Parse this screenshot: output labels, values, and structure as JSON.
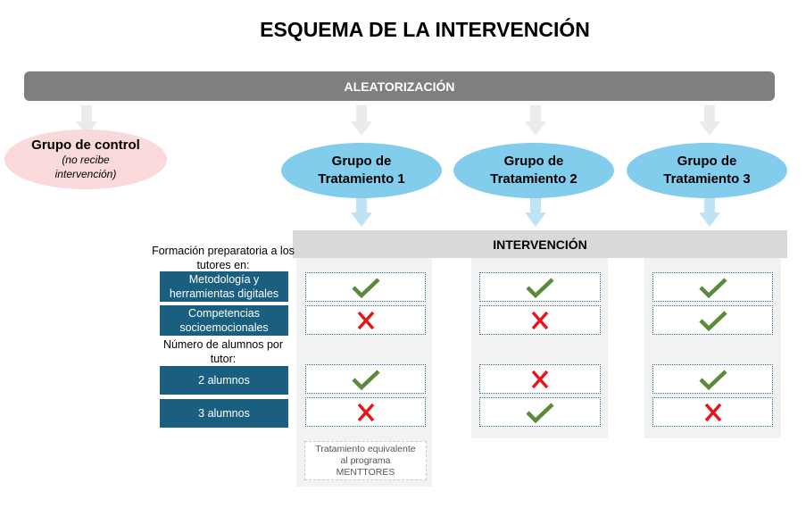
{
  "title": "ESQUEMA DE LA INTERVENCIÓN",
  "randomization_label": "ALEATORIZACIÓN",
  "control_group": {
    "title": "Grupo de control",
    "subtitle": "(no recibe intervención)"
  },
  "treatment_groups": [
    {
      "line1": "Grupo de",
      "line2": "Tratamiento 1"
    },
    {
      "line1": "Grupo de",
      "line2": "Tratamiento 2"
    },
    {
      "line1": "Grupo de",
      "line2": "Tratamiento 3"
    }
  ],
  "intervention_label": "INTERVENCIÓN",
  "section_labels": {
    "training": "Formación preparatoria a los tutores en:",
    "students": "Número de alumnos por tutor:"
  },
  "rows": [
    {
      "label": "Metodología y herramientas digitales"
    },
    {
      "label": "Competencias socioemocionales"
    },
    {
      "label": "2 alumnos"
    },
    {
      "label": "3 alumnos"
    }
  ],
  "marks": [
    [
      "check",
      "cross",
      "check",
      "cross"
    ],
    [
      "check",
      "cross",
      "cross",
      "check"
    ],
    [
      "check",
      "check",
      "check",
      "cross"
    ]
  ],
  "note": "Tratamiento equivalente al programa MENTTORES",
  "colors": {
    "check": "#5a8a3a",
    "cross": "#e8141a",
    "label_box": "#1a5e80",
    "ellipse": "#82ccec",
    "control": "#f9d9da"
  }
}
